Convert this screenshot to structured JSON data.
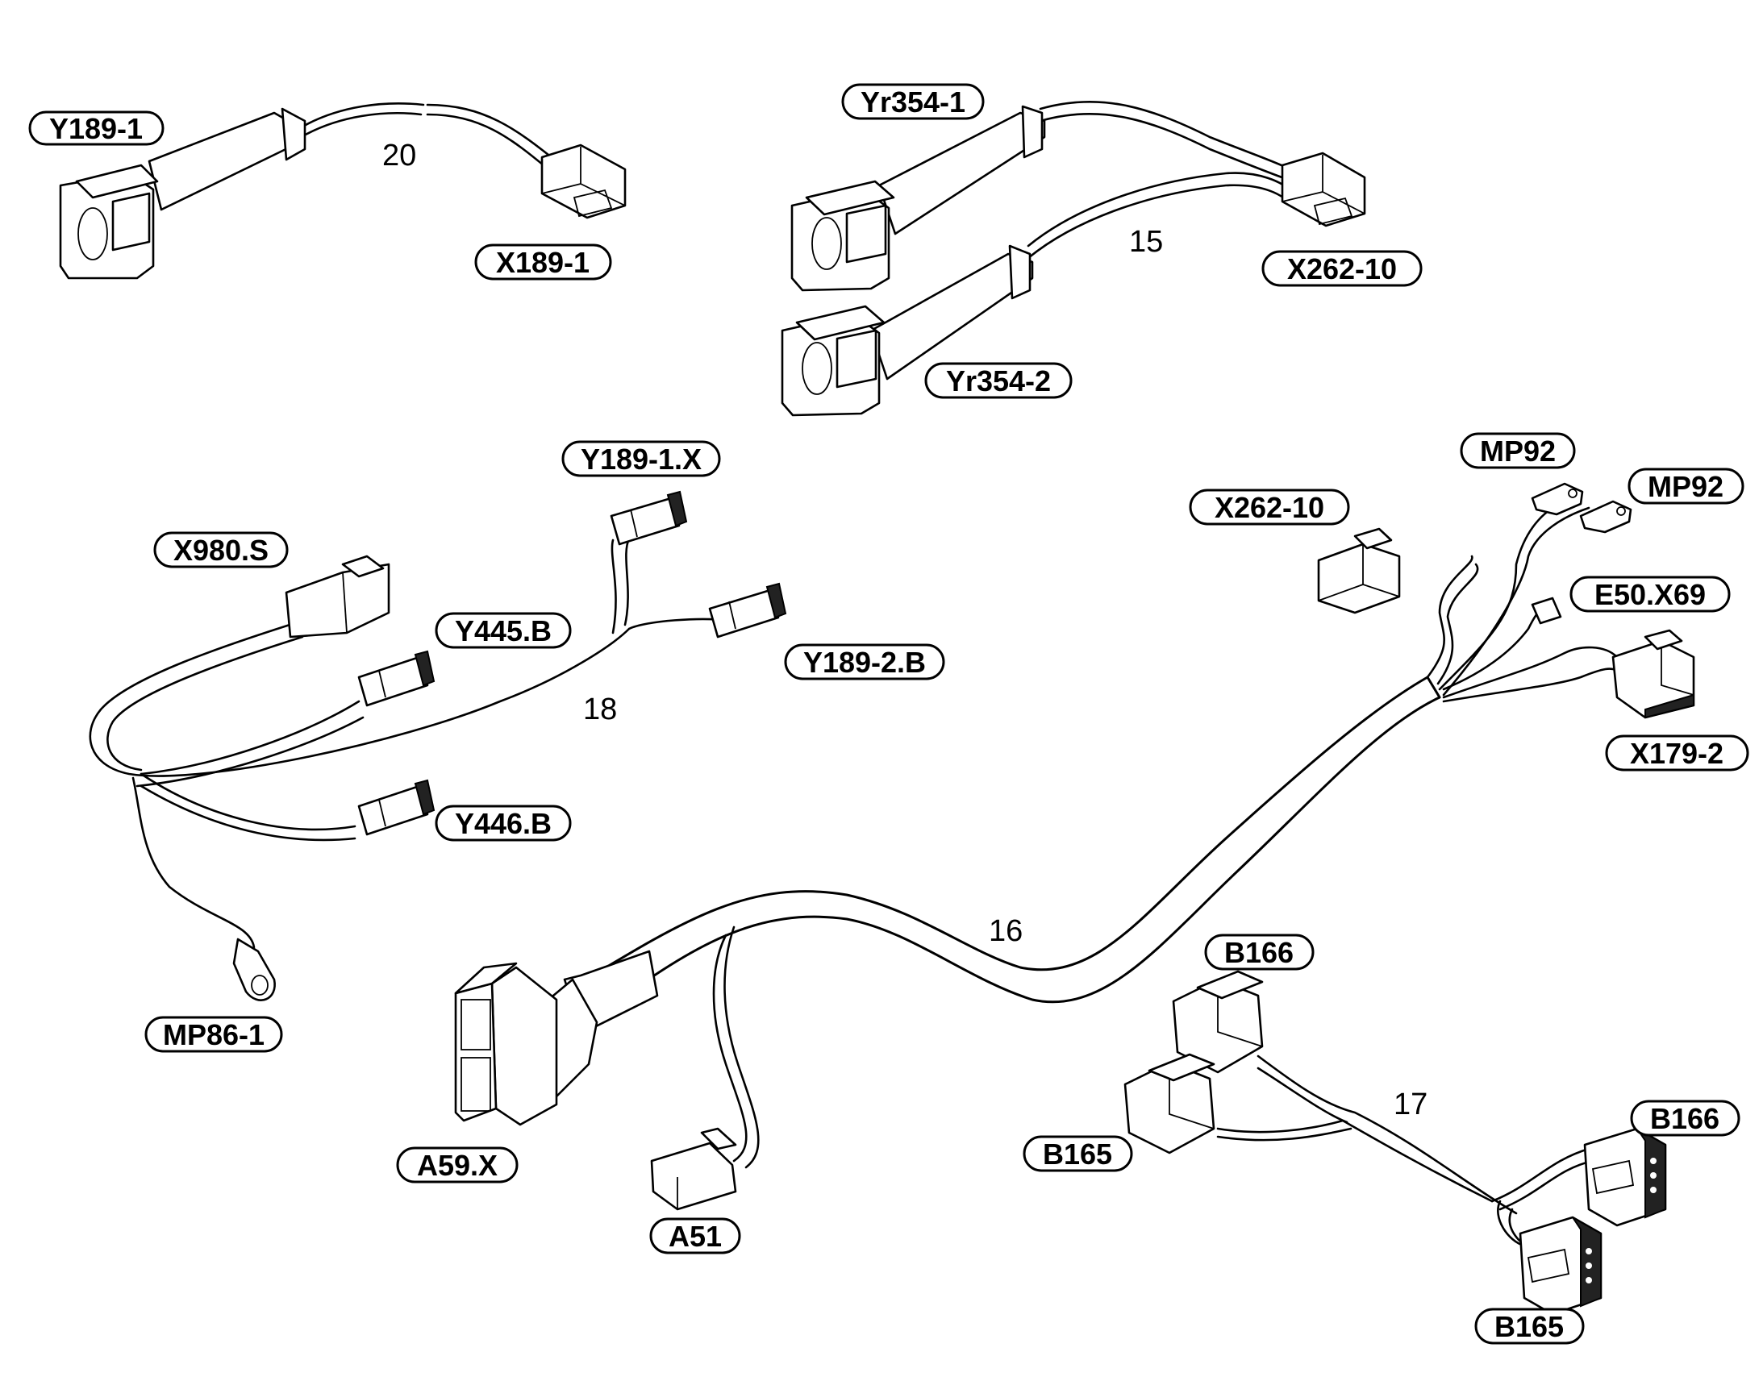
{
  "labels": {
    "y189_1": "Y189-1",
    "x189_1": "X189-1",
    "yr354_1": "Yr354-1",
    "x262_10_top": "X262-10",
    "yr354_2": "Yr354-2",
    "y189_1_x": "Y189-1.X",
    "x980_s": "X980.S",
    "y445_b": "Y445.B",
    "y189_2_b": "Y189-2.B",
    "y446_b": "Y446.B",
    "mp86_1": "MP86-1",
    "mp92_a": "MP92",
    "mp92_b": "MP92",
    "x262_10_right": "X262-10",
    "e50_x69": "E50.X69",
    "x179_2": "X179-2",
    "b166_top": "B166",
    "b166_right": "B166",
    "b165_left": "B165",
    "b165_bottom": "B165",
    "a59_x": "A59.X",
    "a51": "A51"
  },
  "items": {
    "n20": "20",
    "n15": "15",
    "n18": "18",
    "n16": "16",
    "n17": "17"
  }
}
